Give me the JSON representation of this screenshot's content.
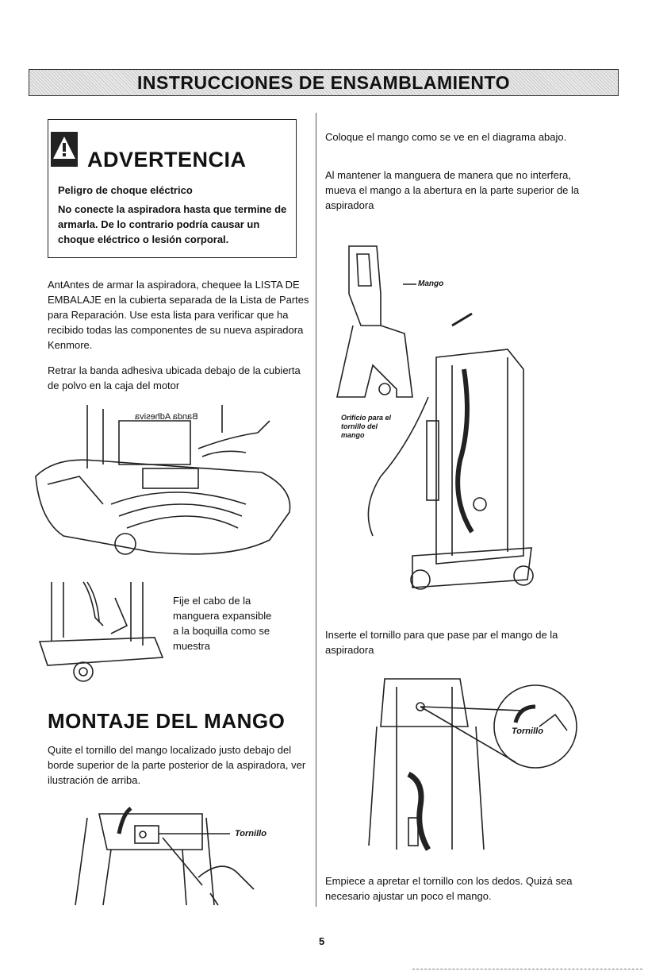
{
  "banner_title": "INSTRUCCIONES DE ENSAMBLAMIENTO",
  "warning": {
    "title": "ADVERTENCIA",
    "line1": "Peligro de choque eléctrico",
    "line2": "No conecte la aspiradora hasta que termine de armarla. De lo contrario podría causar un choque eléctrico o lesión corporal."
  },
  "left": {
    "para1": "AntAntes de armar la aspiradora, chequee la LISTA DE EMBALAJE en la cubierta separada de la Lista de Partes para Reparación. Use esta lista para verificar que ha recibido todas las componentes de su nueva aspiradora Kenmore.",
    "para2": "Retrar la banda adhesiva ubicada debajo de la cubierta de polvo en la caja del motor",
    "tape_label": "Banda Adhesiva",
    "hose_caption": "Fije el cabo de la manguera expansible a la boquilla como se muestra",
    "section_title": "MONTAJE DEL MANGO",
    "para3": "Quite el tornillo del mango localizado justo debajo del borde superior de la parte posterior de la aspiradora, ver ilustración de arriba.",
    "screw_label": "Tornillo"
  },
  "right": {
    "para1": "Coloque el mango como se ve en el diagrama abajo.",
    "para2": "Al mantener la manguera de manera que no interfera, mueva el mango a la abertura en la parte superior de la aspiradora",
    "handle_label": "Mango",
    "hole_label": "Orificio para el tornillo del mango",
    "para3": "Inserte el tornillo para que pase par el mango de la aspiradora",
    "screw_label": "Tornillo",
    "para4": "Empiece a apretar el tornillo con los dedos. Quizá sea necesario ajustar un poco el mango."
  },
  "page_number": "5"
}
